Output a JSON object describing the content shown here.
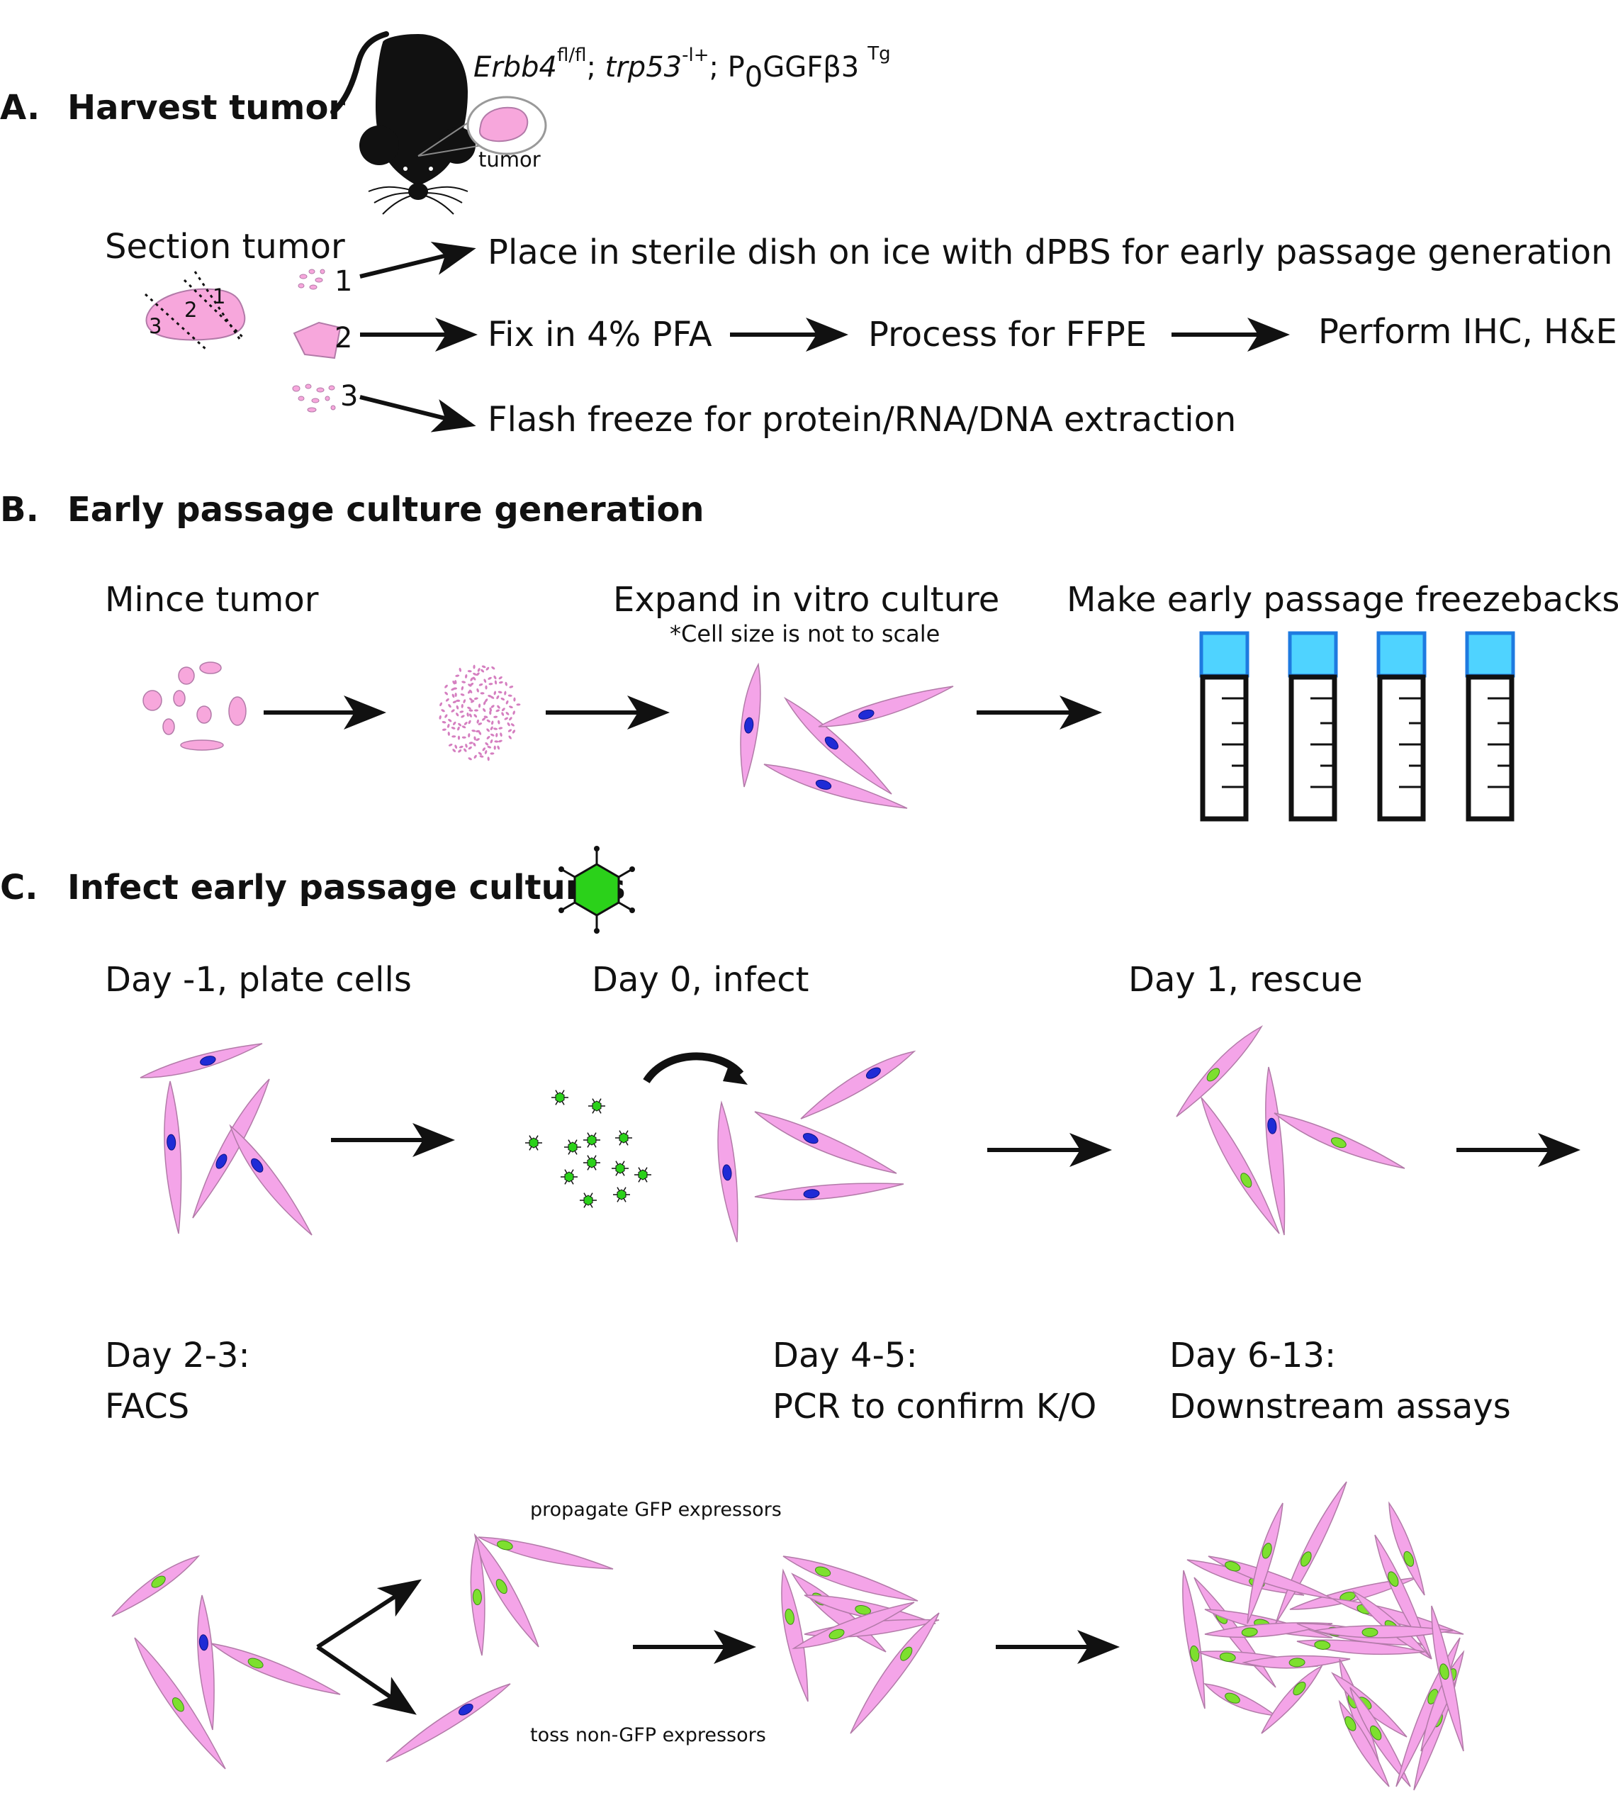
{
  "colors": {
    "cell": "#f4a4e8",
    "cell_stroke": "#b27aa8",
    "nucleus_blue": "#1f2bd6",
    "nucleus_green": "#7de02e",
    "tumor": "#f7a7dc",
    "tube_cap": "#4fd3ff",
    "virus": "#2bd11a",
    "mouse": "#111111"
  },
  "section_a": {
    "letter": "A.",
    "title": "Harvest tumor",
    "genotype": {
      "g1": "Erbb4",
      "g1_sup": "fl/fl",
      "sep1": "; ",
      "g2": "trp53",
      "g2_sup": "-l+",
      "sep2": "; P",
      "p_sub": "0",
      "g3": "GGFβ3",
      "g3_sup": "Tg"
    },
    "tumor_label": "tumor",
    "section_label": "Section tumor",
    "piece_numbers": [
      "1",
      "2",
      "3"
    ],
    "slice_numbers": [
      "1",
      "2",
      "3"
    ],
    "step1": "Place in sterile dish on ice with dPBS for early passage generation",
    "step2a": "Fix in 4% PFA",
    "step2b": "Process for FFPE",
    "step2c": "Perform IHC, H&E",
    "step3": "Flash freeze for protein/RNA/DNA extraction"
  },
  "section_b": {
    "letter": "B.",
    "title": "Early passage culture generation",
    "mince": "Mince tumor",
    "expand": "Expand in vitro culture",
    "note": "*Cell size is not to scale",
    "freeze": "Make early passage freezebacks."
  },
  "section_c": {
    "letter": "C.",
    "title": "Infect early passage cultures",
    "day_m1": "Day -1, plate cells",
    "day_0": "Day 0, infect",
    "day_1": "Day 1, rescue",
    "day_23": "Day 2-3:",
    "facs": "FACS",
    "day_45": "Day 4-5:",
    "pcr": "PCR to confirm K/O",
    "day_613": "Day 6-13:",
    "downstream": "Downstream assays",
    "propagate": "propagate GFP expressors",
    "toss": "toss non-GFP expressors"
  }
}
